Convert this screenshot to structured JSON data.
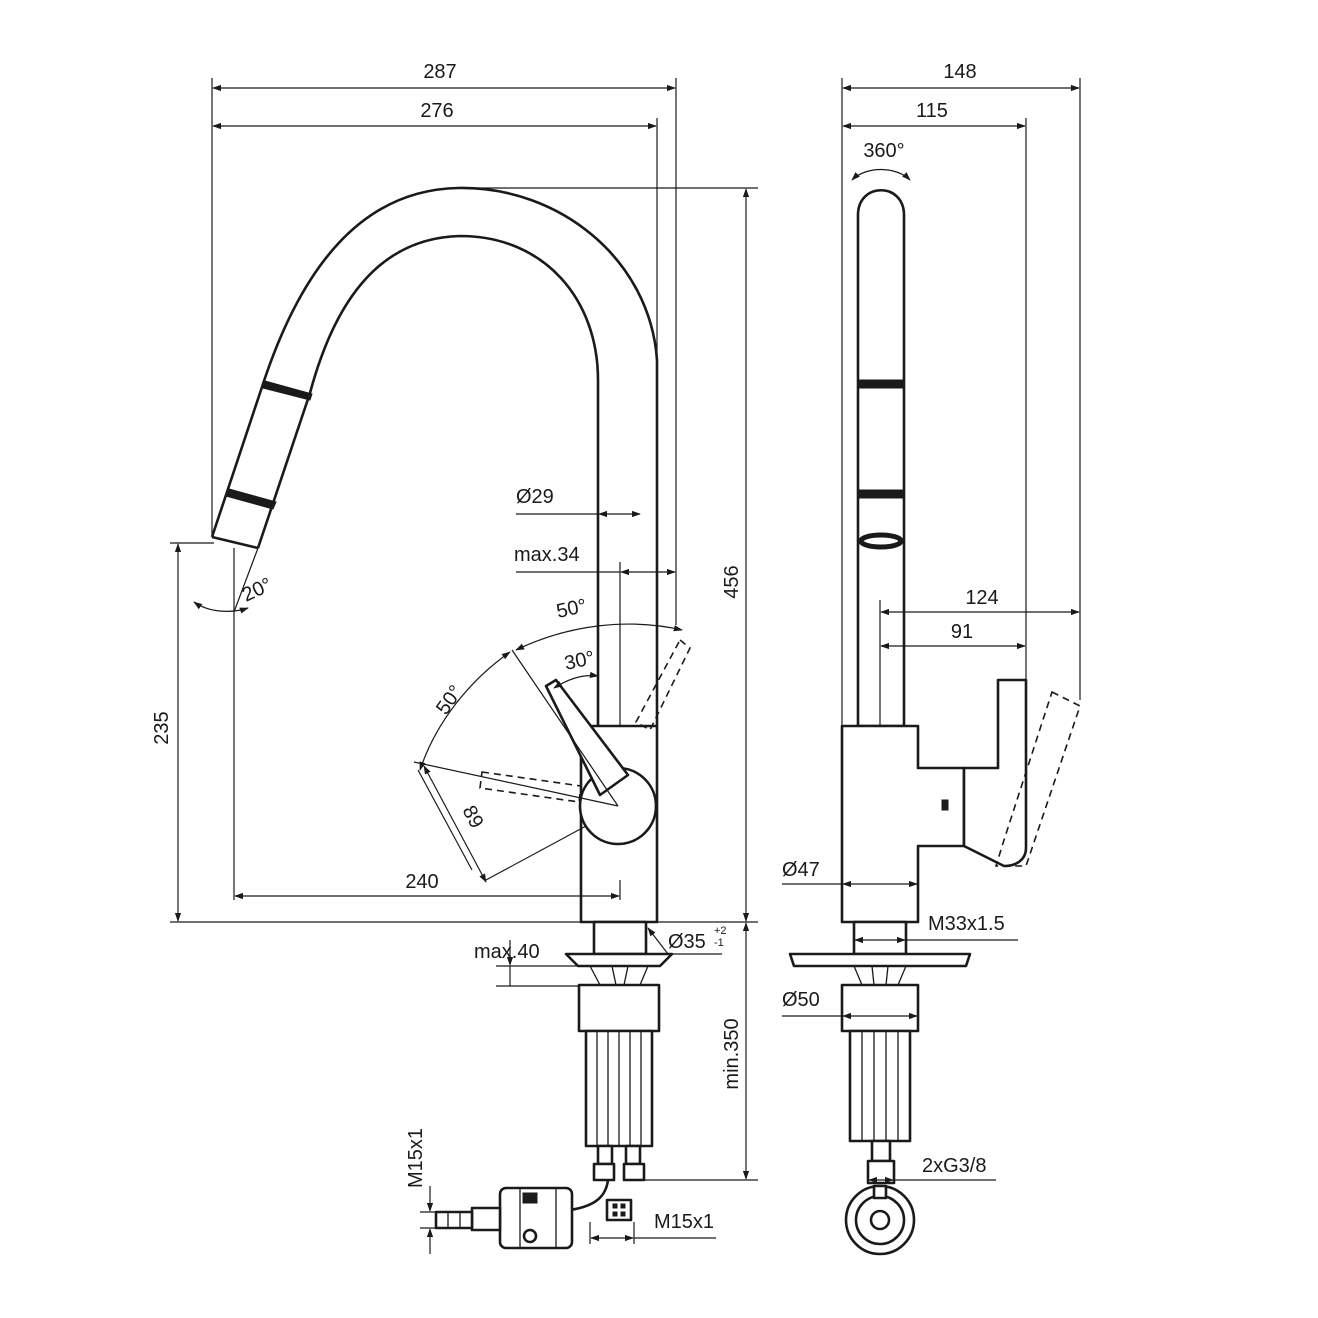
{
  "dimensions": {
    "d287": "287",
    "d276": "276",
    "d148": "148",
    "d115": "115",
    "d360": "360°",
    "d456": "456",
    "d29": "Ø29",
    "max34": "max.34",
    "d124": "124",
    "d91": "91",
    "d20": "20°",
    "a50top": "50°",
    "a30": "30°",
    "a50left": "50°",
    "d235": "235",
    "d89": "89",
    "d240": "240",
    "d47": "Ø47",
    "m33": "M33x1.5",
    "d35": "Ø35",
    "d35tol_up": "+2",
    "d35tol_dn": "-1",
    "max40": "max.40",
    "d50": "Ø50",
    "min350": "min.350",
    "m15left": "M15x1",
    "m15right": "M15x1",
    "g38": "2xG3/8"
  }
}
